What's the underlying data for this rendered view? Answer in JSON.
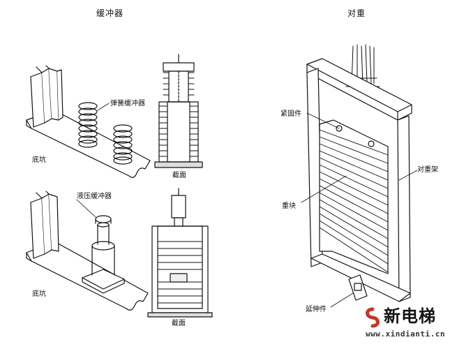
{
  "titles": {
    "buffer": "缓冲器",
    "counterweight": "对重"
  },
  "labels": {
    "spring_buffer": "弹簧缓冲器",
    "hydraulic_buffer": "液压缓冲器",
    "pit_top": "底坑",
    "pit_bottom": "底坑",
    "section_top": "截面",
    "section_bottom": "截面",
    "fastener": "紧固件",
    "weight_block": "重块",
    "frame": "对重架",
    "extension": "延伸件"
  },
  "brand": {
    "name": "新电梯",
    "url": "www.xindianti.cn",
    "color": "#c0392b"
  }
}
